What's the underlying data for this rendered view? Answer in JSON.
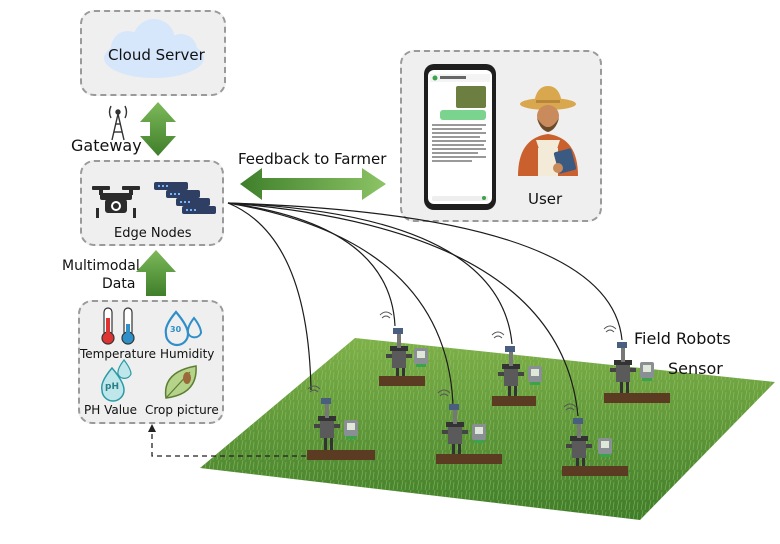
{
  "cloud": {
    "label": "Cloud Server"
  },
  "gateway": {
    "label": "Gateway"
  },
  "edge": {
    "label": "Edge Nodes"
  },
  "multimodal": {
    "line1": "Multimodal",
    "line2": "Data"
  },
  "feedback": {
    "label": "Feedback to Farmer"
  },
  "user": {
    "label": "User"
  },
  "data_types": {
    "temperature": "Temperature",
    "humidity": "Humidity",
    "ph": "PH Value",
    "crop": "Crop picture",
    "humidity_icon_text": "30",
    "ph_icon_text": "pH"
  },
  "field": {
    "robots_label": "Field Robots",
    "sensor_label": "Sensor"
  },
  "colors": {
    "arrow_green": "#4e8f2e",
    "panel_bg": "#efefef",
    "panel_border": "#9a9a9a",
    "grass": "#5f9a3a",
    "humidity_blue": "#2f8fc9"
  }
}
